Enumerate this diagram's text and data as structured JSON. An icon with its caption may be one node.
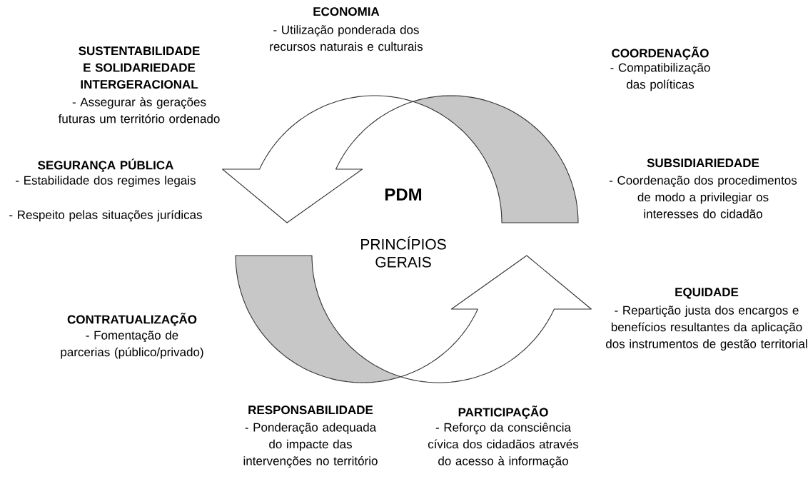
{
  "diagram": {
    "labels": [
      "ECONOMIA",
      "- Utilização ponderada dos recursos naturais e culturais",
      "SUSTENTABILIDADE E SOLIDARIEDADE INTERGERACIONAL",
      "- Assegurar às gerações futuras um território ordenado",
      "COORDENAÇÃO",
      "- Compatibilização das políticas",
      "SEGURANÇA PÚBLICA",
      "- Estabilidade dos regimes legais",
      "- Respeito pelas situações jurídicas",
      "PDM",
      "SUBSIDIARIEDADE",
      "- Coordenação dos procedimentos de modo a privilegiar os interesses do cidadão",
      "PRINCÍPIOS GERAIS",
      "EQUIDADE",
      "- Repartição justa dos encargos e benefícios resultantes da aplicação dos instrumentos de gestão territorial",
      "CONTRATUALIZAÇÃO",
      "- Fomentação de parcerias (público/privado)",
      "RESPONSABILIDADE",
      "- Ponderação adequada do impacte das intervenções no território",
      "PARTICIPAÇÃO",
      "- Reforço da consciência cívica dos cidadãos através do acesso à informação"
    ]
  }
}
